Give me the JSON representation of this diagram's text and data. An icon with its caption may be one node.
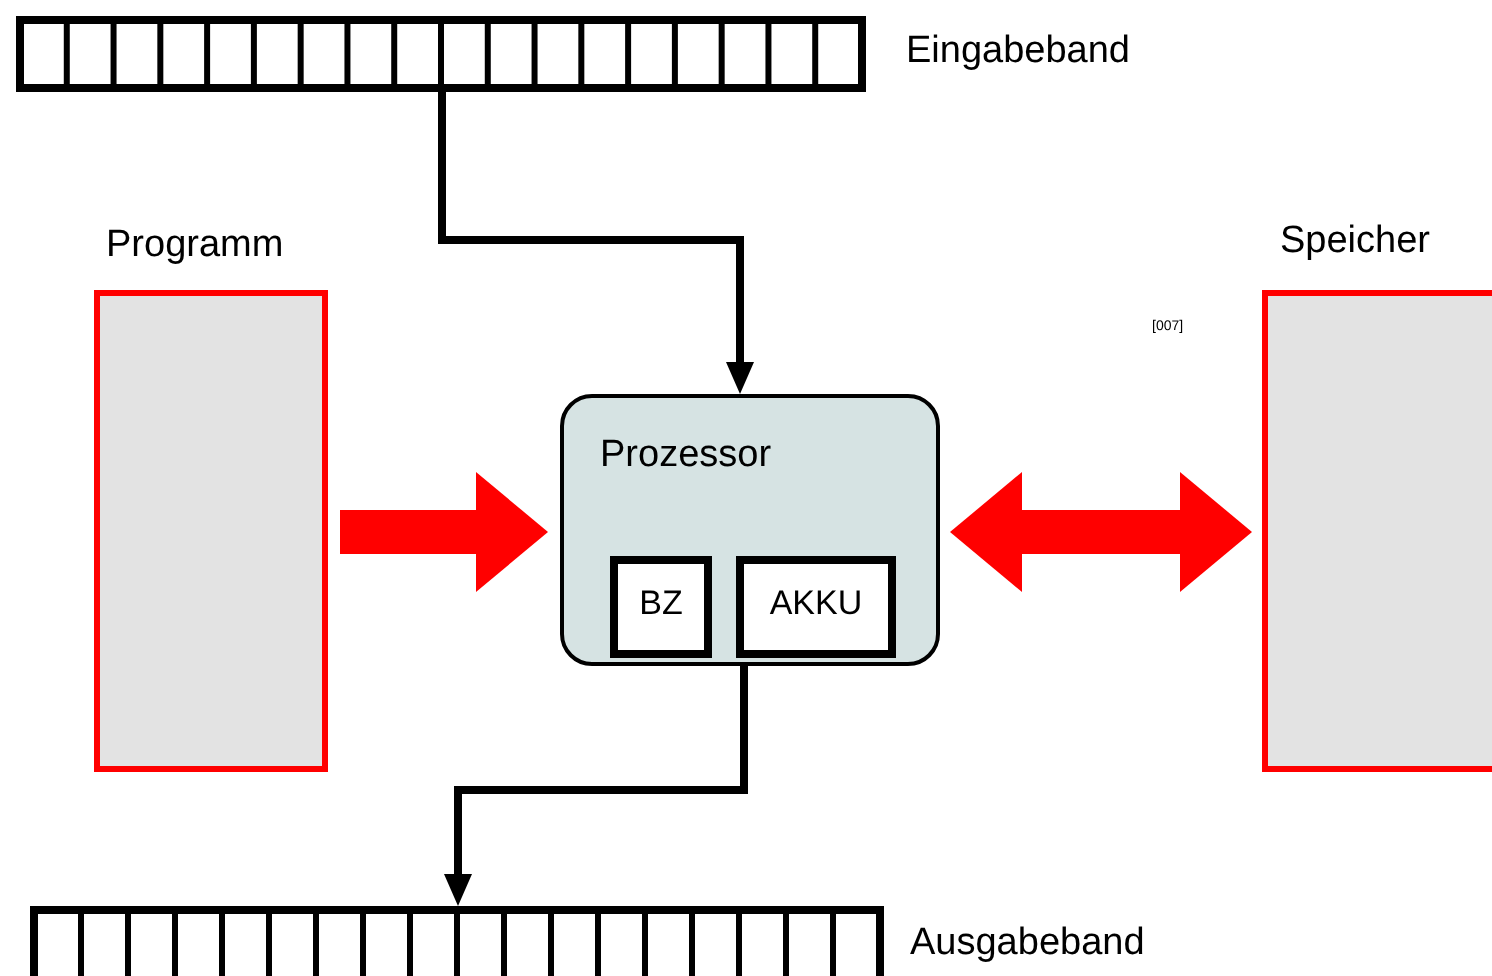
{
  "diagram": {
    "nodes": [
      {
        "text": [
          "Eingabeband"
        ]
      },
      {
        "text": [
          "Programm"
        ]
      },
      {
        "text": [
          "Prozessor"
        ]
      },
      {
        "text": [
          "BZ"
        ],
        "in": 2
      },
      {
        "text": [
          "AKKU"
        ],
        "in": 2
      },
      {
        "text": [
          "Speicher"
        ]
      },
      {
        "text": [
          "Ausgabeband"
        ]
      }
    ],
    "edges": [
      {
        "from": 0,
        "to": 2,
        "arrow": "to"
      },
      {
        "from": 1,
        "to": 2,
        "arrow": "to",
        "style": "thick",
        "color": "#ff0000"
      },
      {
        "from": 2,
        "to": 5,
        "arrow": "both",
        "style": "thick",
        "color": "#ff0000"
      },
      {
        "from": 2,
        "to": 6,
        "arrow": "to"
      }
    ],
    "labels": [
      "[007]"
    ]
  }
}
